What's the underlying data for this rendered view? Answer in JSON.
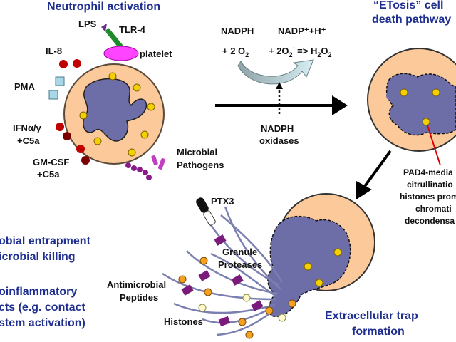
{
  "titles": {
    "activation": "Neutrophil activation",
    "etosis_line1": "“ETosis” cell",
    "etosis_line2": "death pathway",
    "trap_line1": "Extracellular trap",
    "trap_line2": "formation"
  },
  "stimuli": {
    "lps": "LPS",
    "tlr4": "TLR-4",
    "platelet": "platelet",
    "il8": "IL-8",
    "pma": "PMA",
    "ifn_line1": "IFNα/γ",
    "ifn_line2": "+C5a",
    "gmcsf_line1": "GM-CSF",
    "gmcsf_line2": "+C5a",
    "microbes_line1": "Microbial",
    "microbes_line2": "Pathogens"
  },
  "reaction": {
    "nadph": "NADPH",
    "nadp": "NADP⁺+H⁺",
    "o2": "+ 2 O",
    "o2_sub": "2",
    "superoxide_pre": "+ 2O",
    "superoxide_sub": "2",
    "superoxide_sup": "-",
    "superoxide_post": " => H",
    "h2o2_sub": "2",
    "h2o2_o": "O",
    "h2o2_sub2": "2",
    "oxidase_line1": "NADPH",
    "oxidase_line2": "oxidases"
  },
  "pad4": {
    "line1": "PAD4-media",
    "line2": "citrullinatio",
    "line3": "histones prom",
    "line4": "chromati",
    "line5": "decondensa"
  },
  "net": {
    "ptx3": "PTX3",
    "granule_line1": "Granule",
    "granule_line2": "Proteases",
    "amp_line1": "Antimicrobial",
    "amp_line2": "Peptides",
    "histones": "Histones"
  },
  "functions": {
    "line1": "obial entrapment",
    "line2": "icrobial killing",
    "line3": "oinflammatory",
    "line4": "cts (e.g. contact",
    "line5": "stem activation)"
  },
  "colors": {
    "header": "#1f2f8f",
    "cytoplasm": "#fbc99a",
    "nucleus": "#6d6da8",
    "granule": "#f5d000",
    "red_dot": "#c00000",
    "dark_red_dot": "#7a0000",
    "platelet": "#ff44ff",
    "lps": "#6a2f8a",
    "tlr4": "#1f8a2a",
    "pma": "#a8d8e8",
    "microbe": "#8b1a8b",
    "pad4_line": "#e00000",
    "protease": "#f4a020",
    "histone_box": "#7a1a7a",
    "peptide_dot": "#fffacd"
  }
}
